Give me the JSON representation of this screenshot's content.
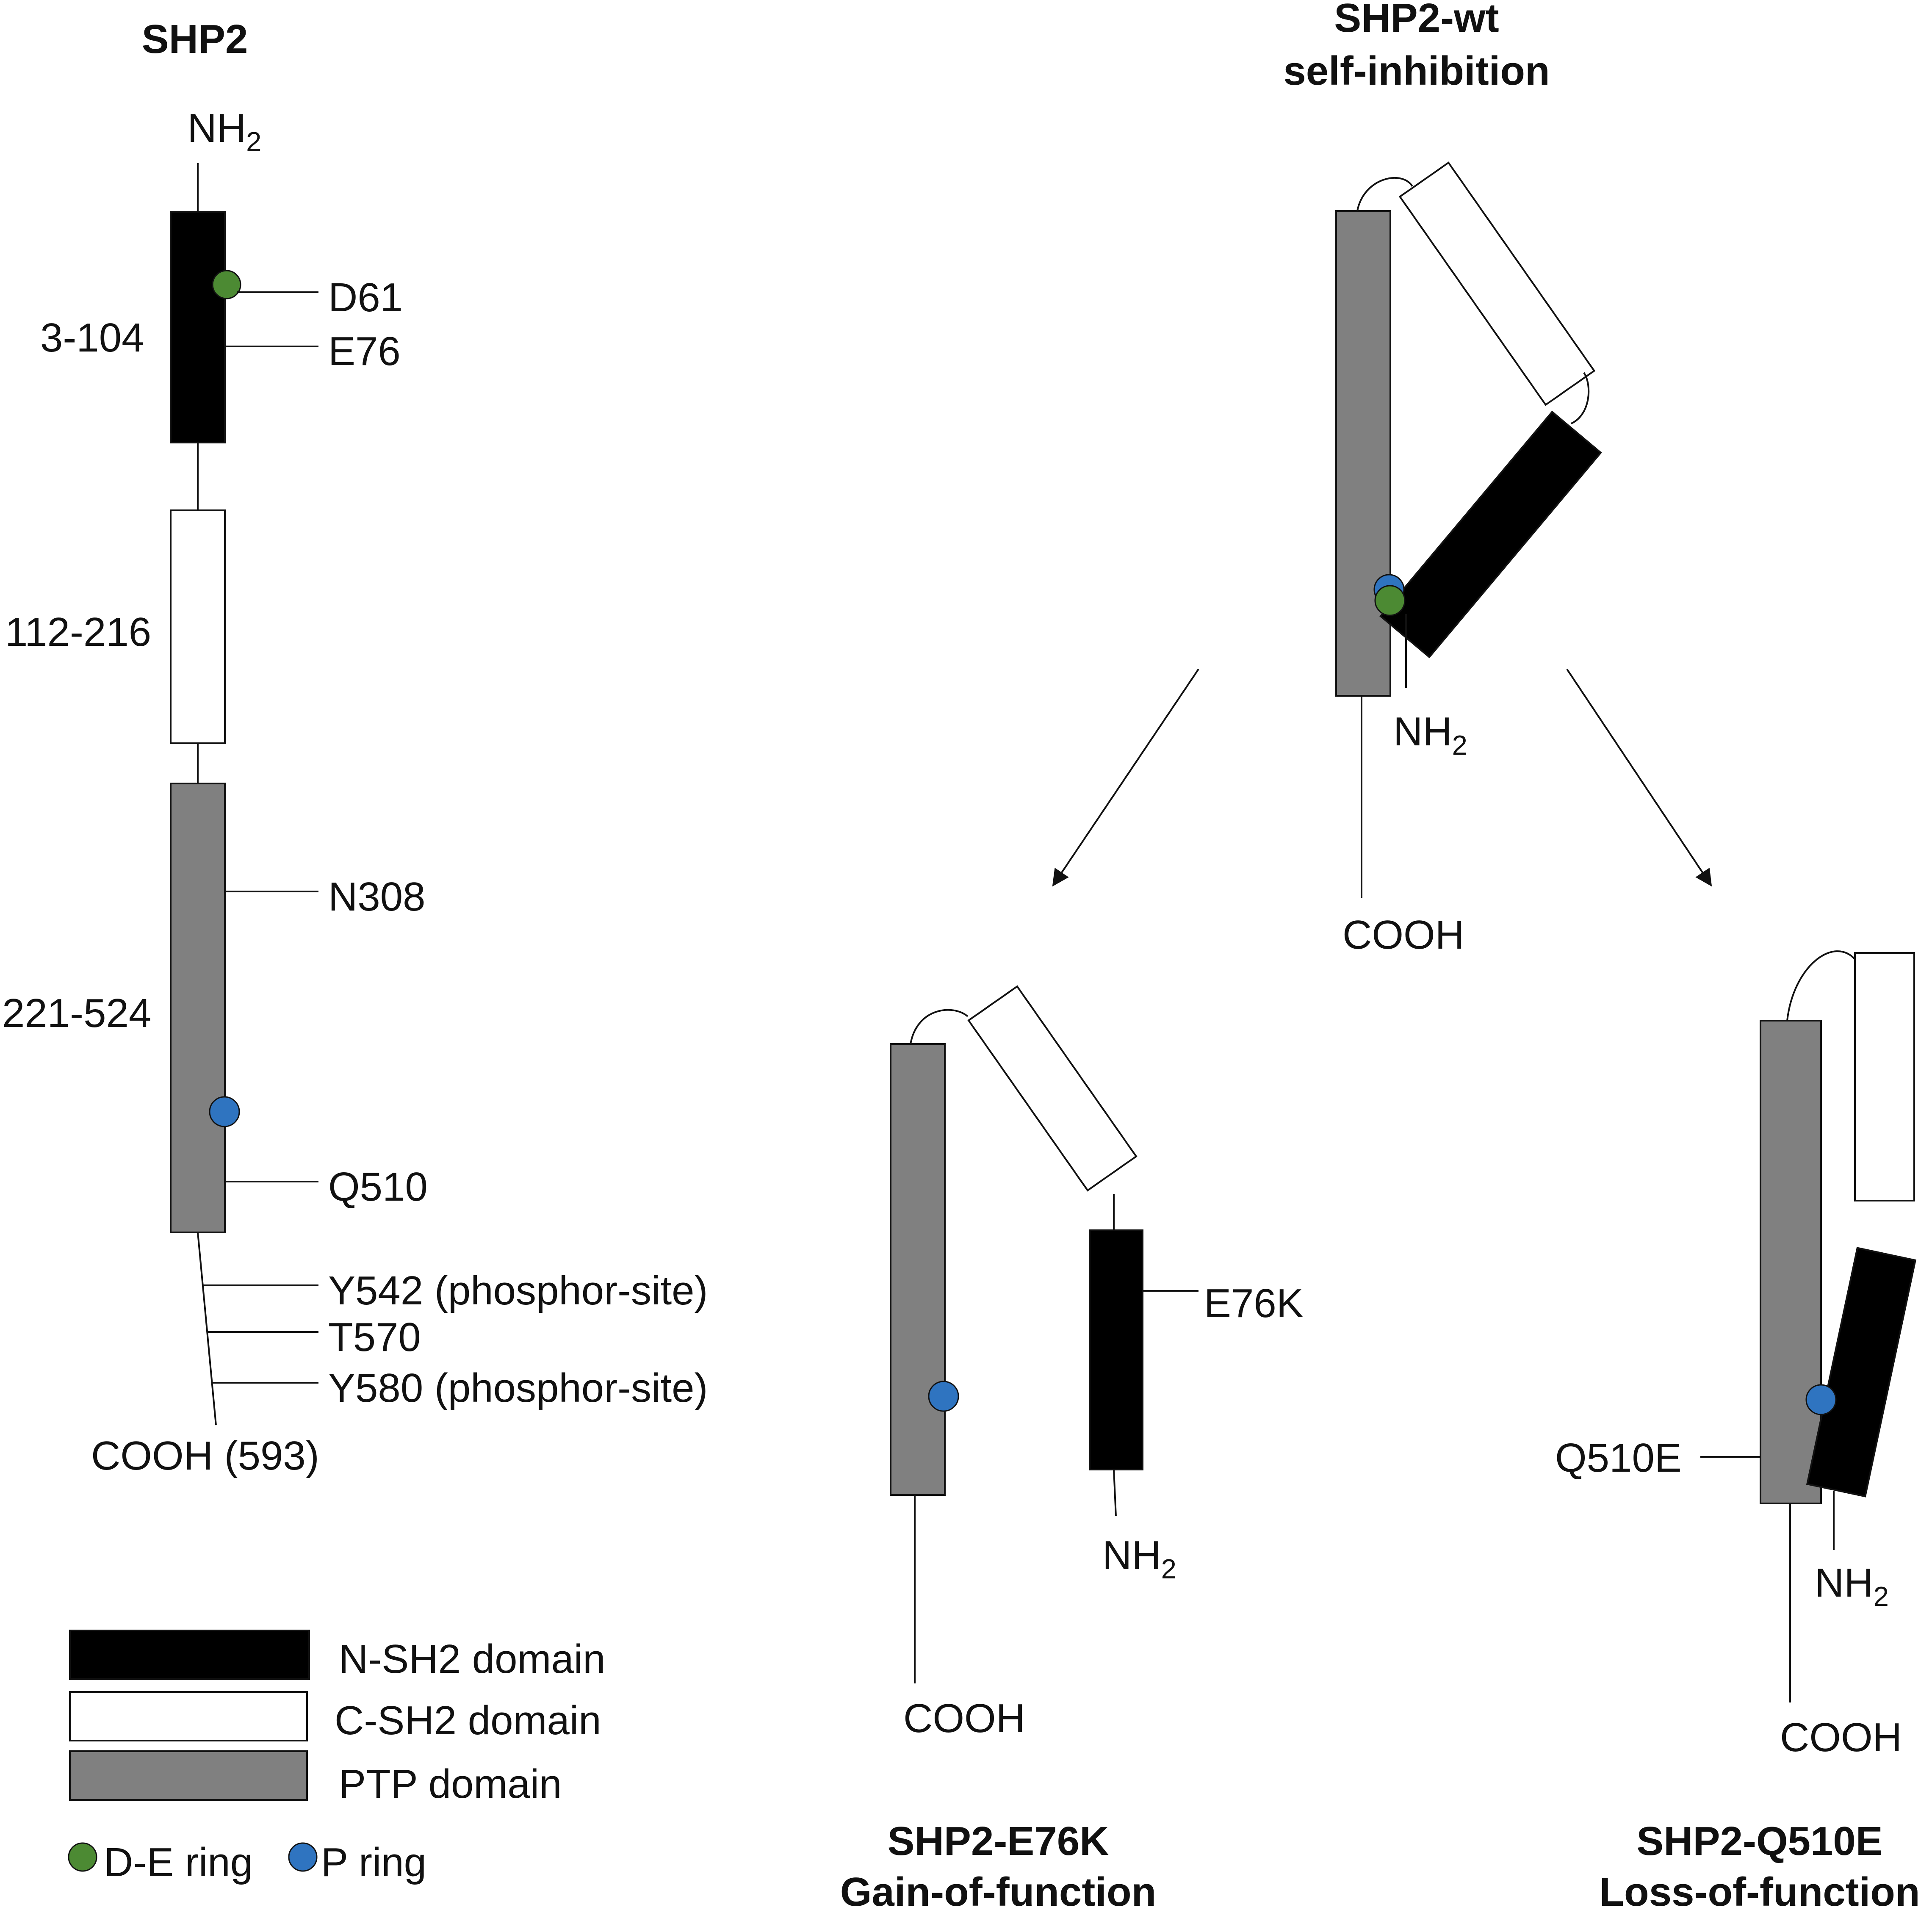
{
  "colors": {
    "n_sh2": "#000000",
    "c_sh2": "#ffffff",
    "ptp": "#808080",
    "de_ring": "#4c8a33",
    "p_ring": "#2f74c0"
  },
  "left": {
    "title": "SHP2",
    "nh2_main": "NH",
    "nh2_sub": "2",
    "range_n": "3-104",
    "range_c": "112-216",
    "range_ptp": "221-524",
    "d61": "D61",
    "e76": "E76",
    "n308": "N308",
    "q510": "Q510",
    "y542": "Y542 (phosphor-site)",
    "t570": "T570",
    "y580": "Y580 (phosphor-site)",
    "cooh": "COOH (593)"
  },
  "legend": {
    "n_sh2": "N-SH2 domain",
    "c_sh2": "C-SH2 domain",
    "ptp": "PTP domain",
    "de_ring": "D-E ring",
    "p_ring": "P ring"
  },
  "wt": {
    "title_line1": "SHP2-wt",
    "title_line2": "self-inhibition",
    "nh2_main": "NH",
    "nh2_sub": "2",
    "cooh": "COOH"
  },
  "e76k": {
    "title_line1": "SHP2-E76K",
    "title_line2": "Gain-of-function",
    "mutation": "E76K",
    "nh2_main": "NH",
    "nh2_sub": "2",
    "cooh": "COOH"
  },
  "q510e": {
    "title_line1": "SHP2-Q510E",
    "title_line2": "Loss-of-function",
    "mutation": "Q510E",
    "nh2_main": "NH",
    "nh2_sub": "2",
    "cooh": "COOH"
  }
}
